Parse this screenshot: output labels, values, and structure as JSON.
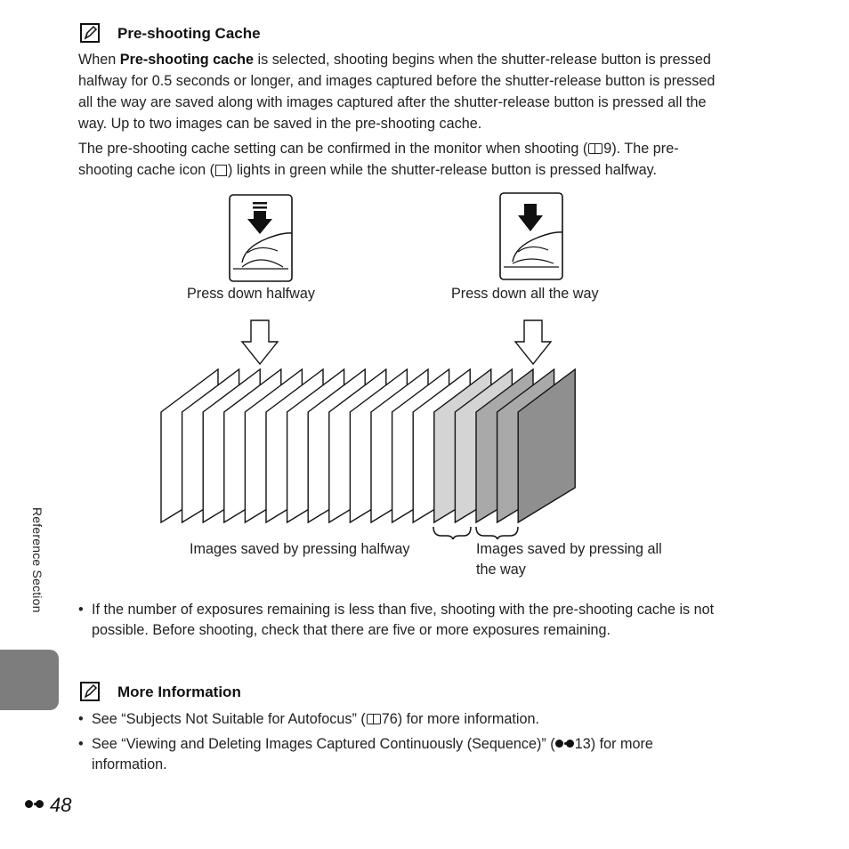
{
  "note1": {
    "heading": "Pre-shooting Cache",
    "p1_prefix": "When ",
    "p1_bold": "Pre-shooting cache",
    "p1_line1_rest": " is selected, shooting begins when the shutter-release button is pressed",
    "p1_line2": "halfway for 0.5 seconds or longer, and images captured before the shutter-release button is pressed",
    "p1_line3": "all the way are saved along with images captured after the shutter-release button is pressed all the",
    "p1_line4": "way. Up to two images can be saved in the pre-shooting cache.",
    "p2_line1_a": "The pre-shooting cache setting can be confirmed in the monitor when shooting (",
    "p2_line1_ref": "9",
    "p2_line1_b": "). The pre-",
    "p2_line2_a": "shooting cache icon (",
    "p2_line2_b": ") lights in green while the shutter-release button is pressed halfway."
  },
  "diagram": {
    "label_half": "Press down halfway",
    "label_full": "Press down all the way",
    "caption_half": "Images saved by pressing halfway",
    "caption_full_line1": "Images saved by pressing all",
    "caption_full_line2": "the way",
    "frame_colors": {
      "white": "#ffffff",
      "light_gray": "#d4d4d4",
      "mid_gray": "#a9a9a9",
      "dark_gray": "#8f8f8f"
    }
  },
  "bullet1": {
    "line1": "If the number of exposures remaining is less than five, shooting with the pre-shooting cache is not",
    "line2": "possible. Before shooting, check that there are five or more exposures remaining."
  },
  "note2": {
    "heading": "More Information",
    "b1_a": "See “Subjects Not Suitable for Autofocus” (",
    "b1_ref": "76",
    "b1_b": ") for more information.",
    "b2_a": "See “Viewing and Deleting Images Captured Continuously (Sequence)” (",
    "b2_ref": "13",
    "b2_b": ") for more",
    "b2_line2": "information."
  },
  "sidebar": {
    "label": "Reference Section"
  },
  "footer": {
    "page_number": "48"
  },
  "bullet_char": "•"
}
